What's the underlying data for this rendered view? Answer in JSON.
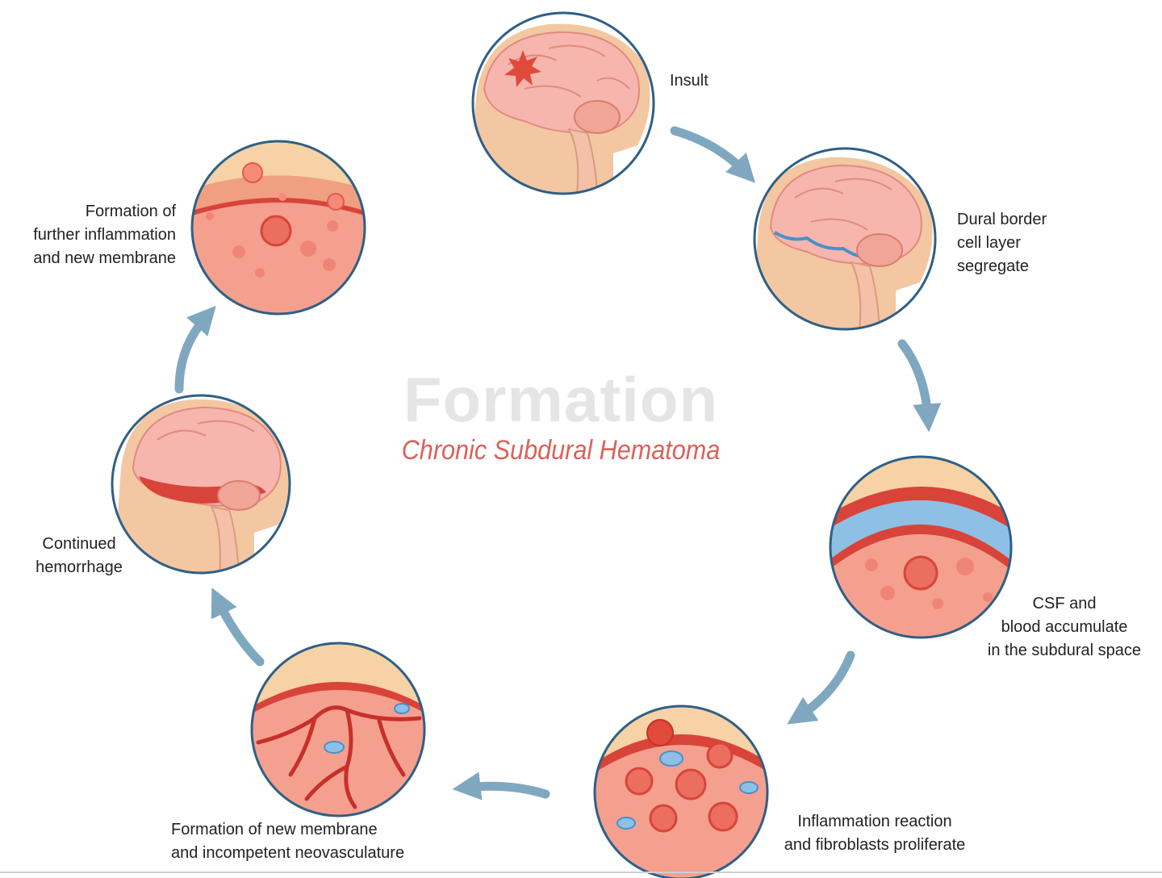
{
  "title": "Formation",
  "subtitle": "Chronic Subdural Hematoma",
  "colors": {
    "arrow": "#7fa8c0",
    "skin": "#f3c7a1",
    "brain": "#f6b6ad",
    "blood": "#d8443a",
    "tissue": "#f5a08f",
    "csf": "#8ec0e6",
    "title_gray": "#e5e5e5",
    "subtitle_red": "#d9625a"
  },
  "steps": [
    {
      "label": "Insult",
      "icon": "brain-insult-icon"
    },
    {
      "label": "Dural border\ncell layer\nsegregate",
      "icon": "brain-dural-layer-icon"
    },
    {
      "label": "CSF and\nblood accumulate\nin the subdural space",
      "icon": "subdural-fluid-icon"
    },
    {
      "label": "Inflammation reaction\nand fibroblasts proliferate",
      "icon": "inflammation-cells-icon"
    },
    {
      "label": "Formation of new membrane\nand incompetent neovasculature",
      "icon": "neovasculature-icon"
    },
    {
      "label": "Continued\nhemorrhage",
      "icon": "brain-hemorrhage-icon"
    },
    {
      "label": "Formation of\nfurther inflammation\nand new membrane",
      "icon": "new-membrane-icon"
    }
  ]
}
